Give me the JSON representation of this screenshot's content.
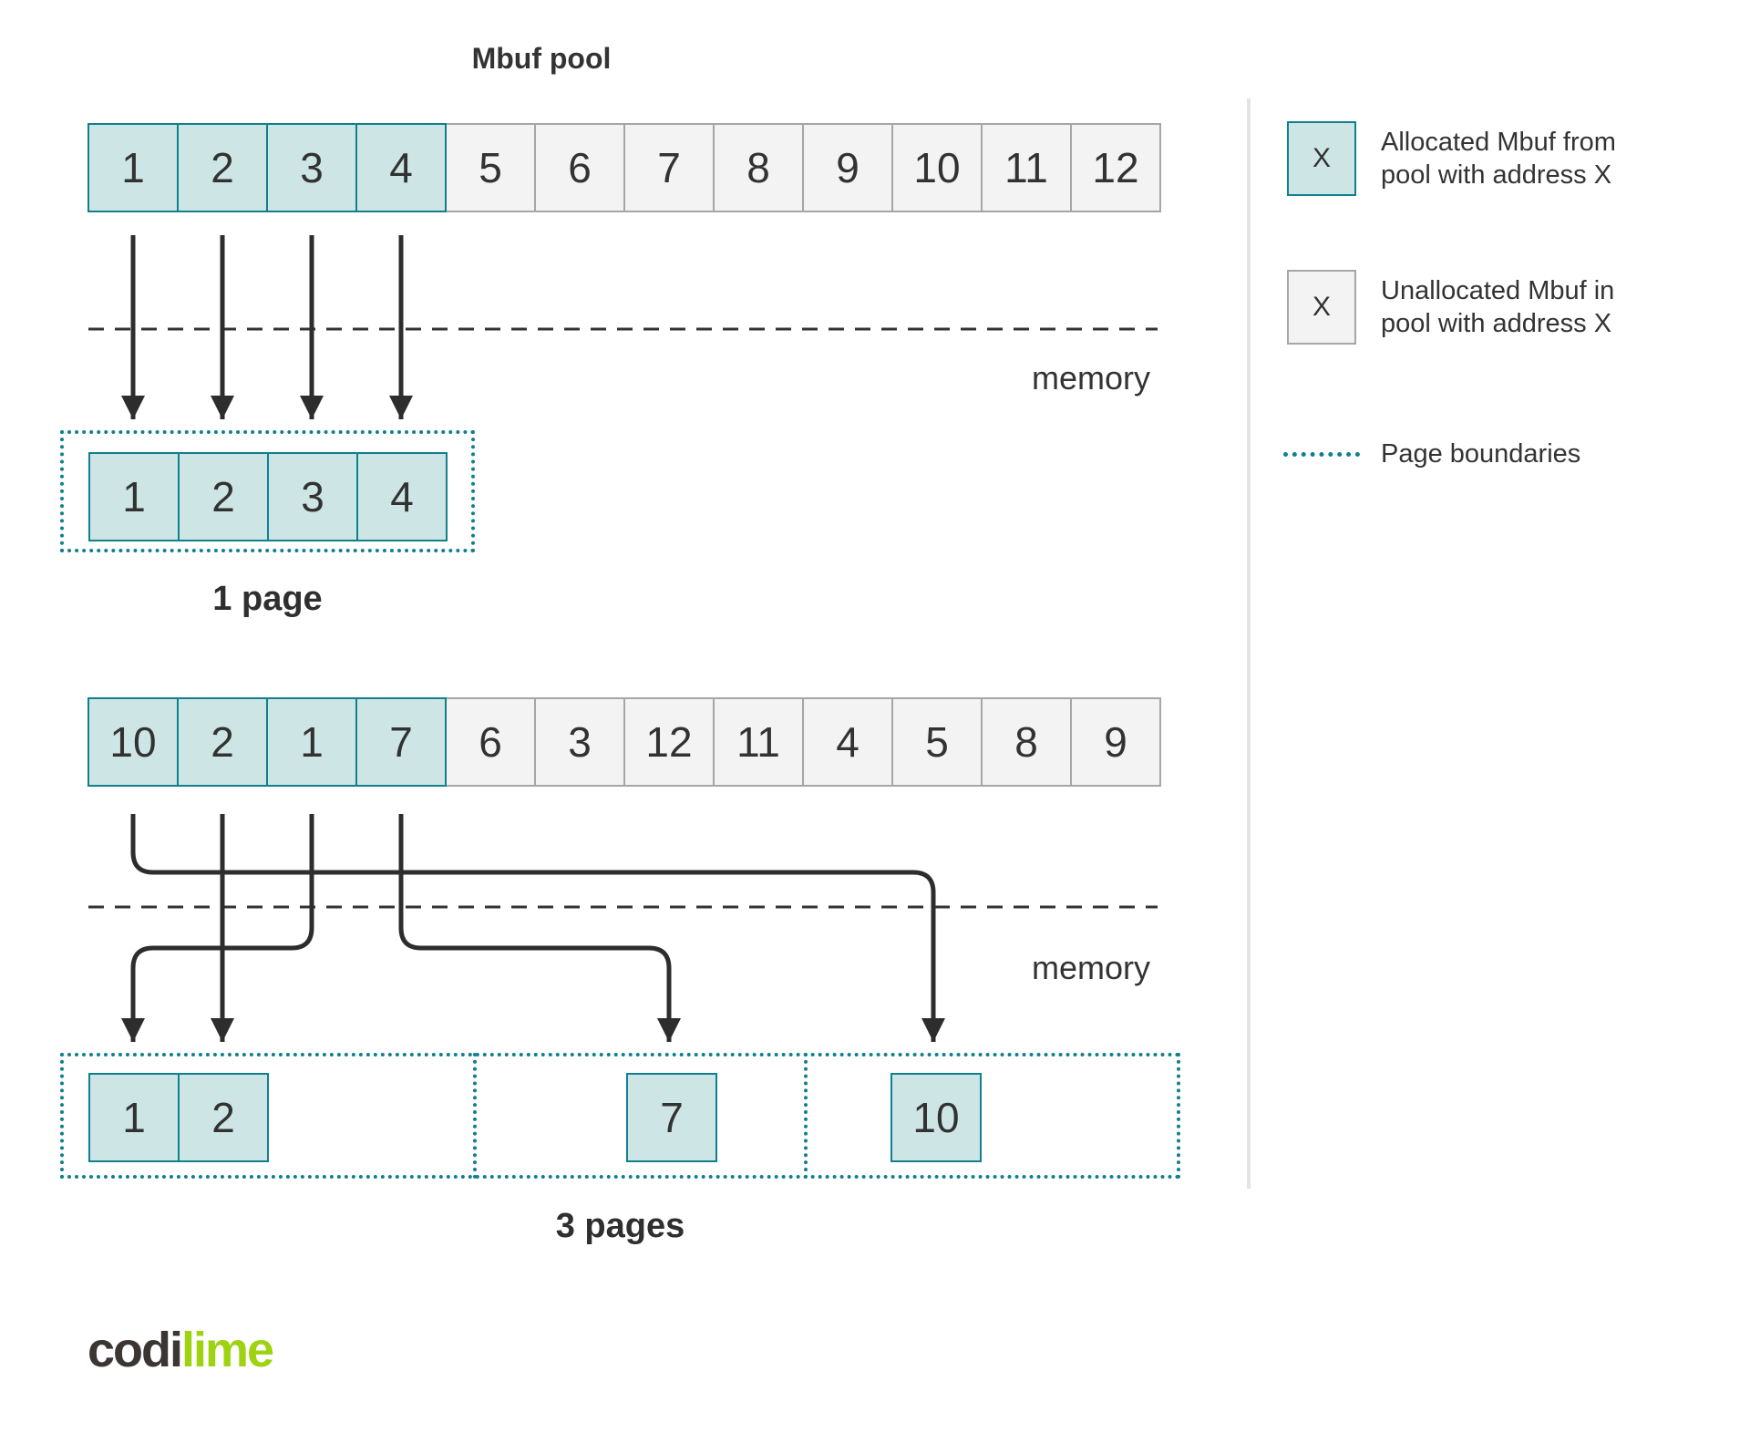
{
  "title": "Mbuf pool",
  "diagram1": {
    "pool_cells": [
      {
        "value": "1",
        "allocated": true
      },
      {
        "value": "2",
        "allocated": true
      },
      {
        "value": "3",
        "allocated": true
      },
      {
        "value": "4",
        "allocated": true
      },
      {
        "value": "5",
        "allocated": false
      },
      {
        "value": "6",
        "allocated": false
      },
      {
        "value": "7",
        "allocated": false
      },
      {
        "value": "8",
        "allocated": false
      },
      {
        "value": "9",
        "allocated": false
      },
      {
        "value": "10",
        "allocated": false
      },
      {
        "value": "11",
        "allocated": false
      },
      {
        "value": "12",
        "allocated": false
      }
    ],
    "memory_label": "memory",
    "page_cells": [
      {
        "value": "1",
        "allocated": true
      },
      {
        "value": "2",
        "allocated": true
      },
      {
        "value": "3",
        "allocated": true
      },
      {
        "value": "4",
        "allocated": true
      }
    ],
    "page_label": "1 page"
  },
  "diagram2": {
    "pool_cells": [
      {
        "value": "10",
        "allocated": true
      },
      {
        "value": "2",
        "allocated": true
      },
      {
        "value": "1",
        "allocated": true
      },
      {
        "value": "7",
        "allocated": true
      },
      {
        "value": "6",
        "allocated": false
      },
      {
        "value": "3",
        "allocated": false
      },
      {
        "value": "12",
        "allocated": false
      },
      {
        "value": "11",
        "allocated": false
      },
      {
        "value": "4",
        "allocated": false
      },
      {
        "value": "5",
        "allocated": false
      },
      {
        "value": "8",
        "allocated": false
      },
      {
        "value": "9",
        "allocated": false
      }
    ],
    "memory_label": "memory",
    "page_a_cells": [
      {
        "value": "1",
        "allocated": true
      },
      {
        "value": "2",
        "allocated": true
      }
    ],
    "page_b_cells": [
      {
        "value": "7",
        "allocated": true
      }
    ],
    "page_c_cells": [
      {
        "value": "10",
        "allocated": true
      }
    ],
    "pages_label": "3 pages"
  },
  "legend": {
    "allocated": {
      "symbol": "X",
      "line1": "Allocated Mbuf from",
      "line2": "pool with address X"
    },
    "unallocated": {
      "symbol": "X",
      "line1": "Unallocated Mbuf in",
      "line2": "pool with address X"
    },
    "boundaries": {
      "label": "Page boundaries"
    }
  },
  "logo": {
    "part1": "codi",
    "part2": "lime"
  },
  "colors": {
    "allocated_fill": "#cde6e5",
    "allocated_border": "#10808d",
    "unallocated_fill": "#f3f3f3",
    "unallocated_border": "#a6a6a6",
    "page_boundary": "#10808d",
    "arrow": "#2d2d2d",
    "text": "#333333",
    "logo_dark": "#3b3534",
    "logo_green": "#9ed312",
    "divider": "#e4e4e4"
  }
}
